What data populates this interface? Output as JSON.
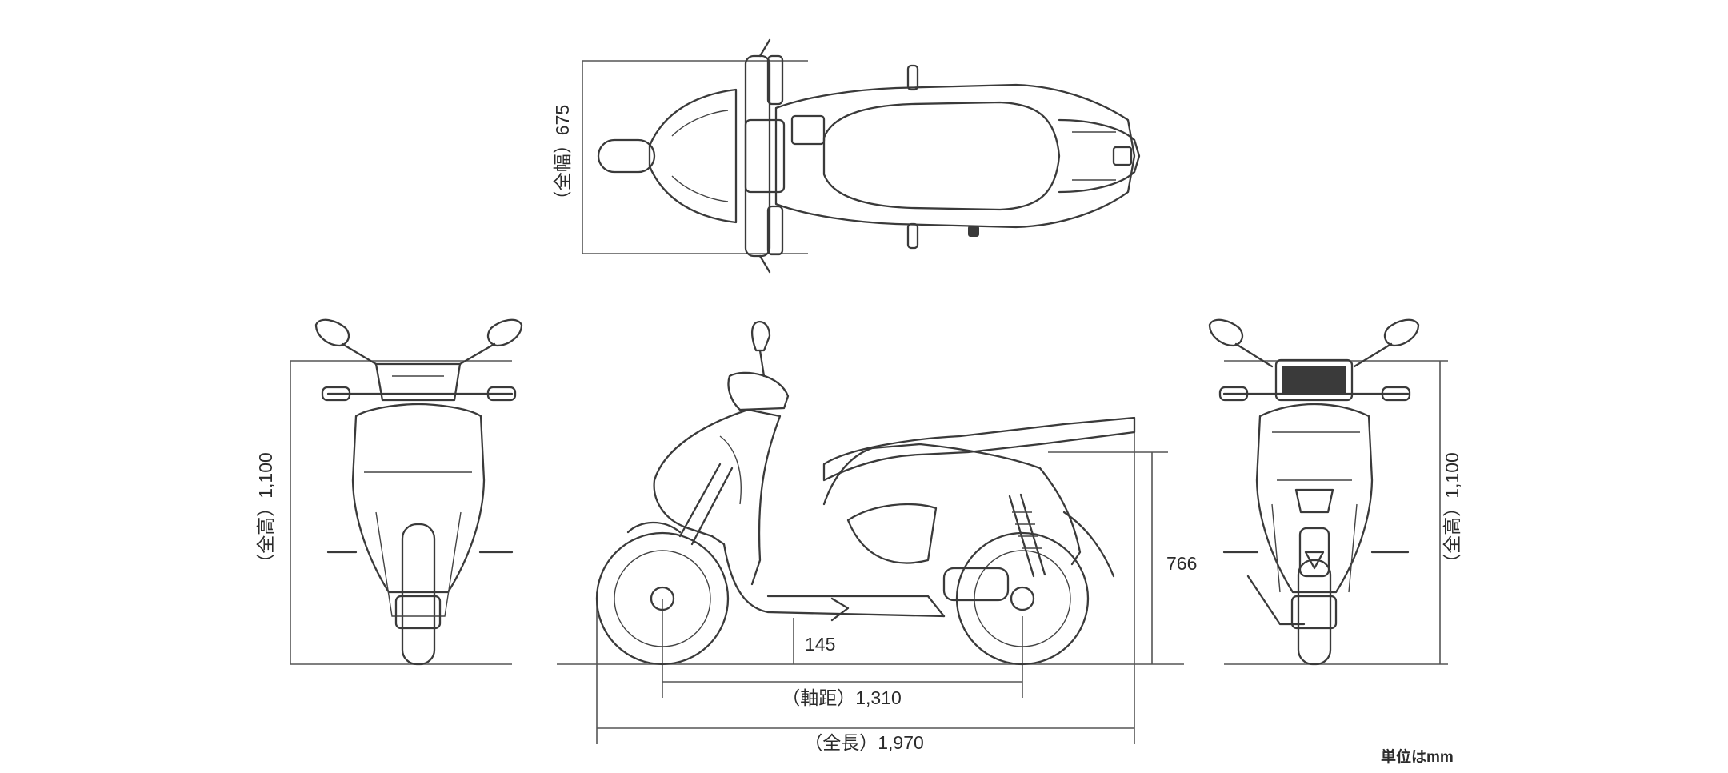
{
  "dimensions": {
    "width": "（全幅）675",
    "height_front": "（全高）1,100",
    "height_rear": "（全高）1,100",
    "ground_clearance": "145",
    "seat_height": "766",
    "wheelbase": "（軸距）1,310",
    "length": "（全長）1,970"
  },
  "unit_note": "単位はmm"
}
